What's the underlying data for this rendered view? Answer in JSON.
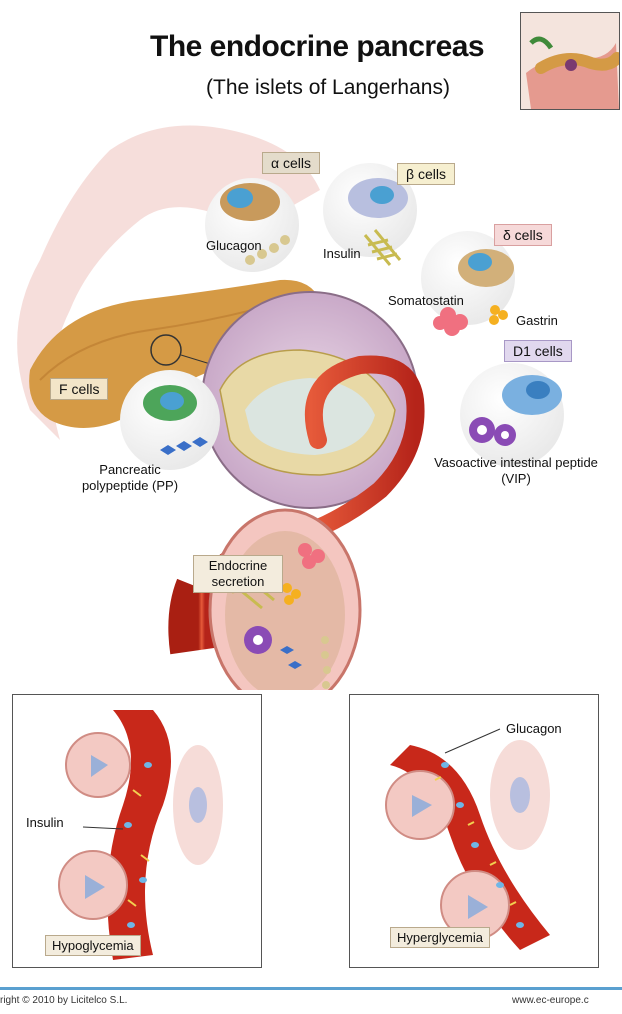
{
  "header": {
    "title": "The endocrine pancreas",
    "subtitle": "(The islets of Langerhans)"
  },
  "cell_tags": {
    "alpha": "α cells",
    "beta": "β cells",
    "delta": "δ cells",
    "d1": "D1 cells",
    "f": "F cells"
  },
  "hormones": {
    "glucagon": "Glucagon",
    "insulin": "Insulin",
    "somatostatin": "Somatostatin",
    "gastrin": "Gastrin",
    "vip_line1": "Vasoactive intestinal peptide",
    "vip_line2": "(VIP)",
    "pp_line1": "Pancreatic",
    "pp_line2": "polypeptide (PP)"
  },
  "secretion": {
    "line1": "Endocrine",
    "line2": "secretion"
  },
  "panels": {
    "left_label": "Insulin",
    "left_caption": "Hypoglycemia",
    "right_label": "Glucagon",
    "right_caption": "Hyperglycemia"
  },
  "footer": {
    "copyright": "right © 2010 by Licitelco S.L.",
    "website": "www.ec-europe.c"
  },
  "colors": {
    "alpha_tag": "#e4dccb",
    "beta_tag": "#f6efd0",
    "delta_tag": "#f6d9d9",
    "d1_tag": "#e1d8ee",
    "f_tag": "#f3e5c8",
    "vessel_red": "#d3321e",
    "pancreas": "#d49a45",
    "footer_blue": "#5aa0d0"
  }
}
